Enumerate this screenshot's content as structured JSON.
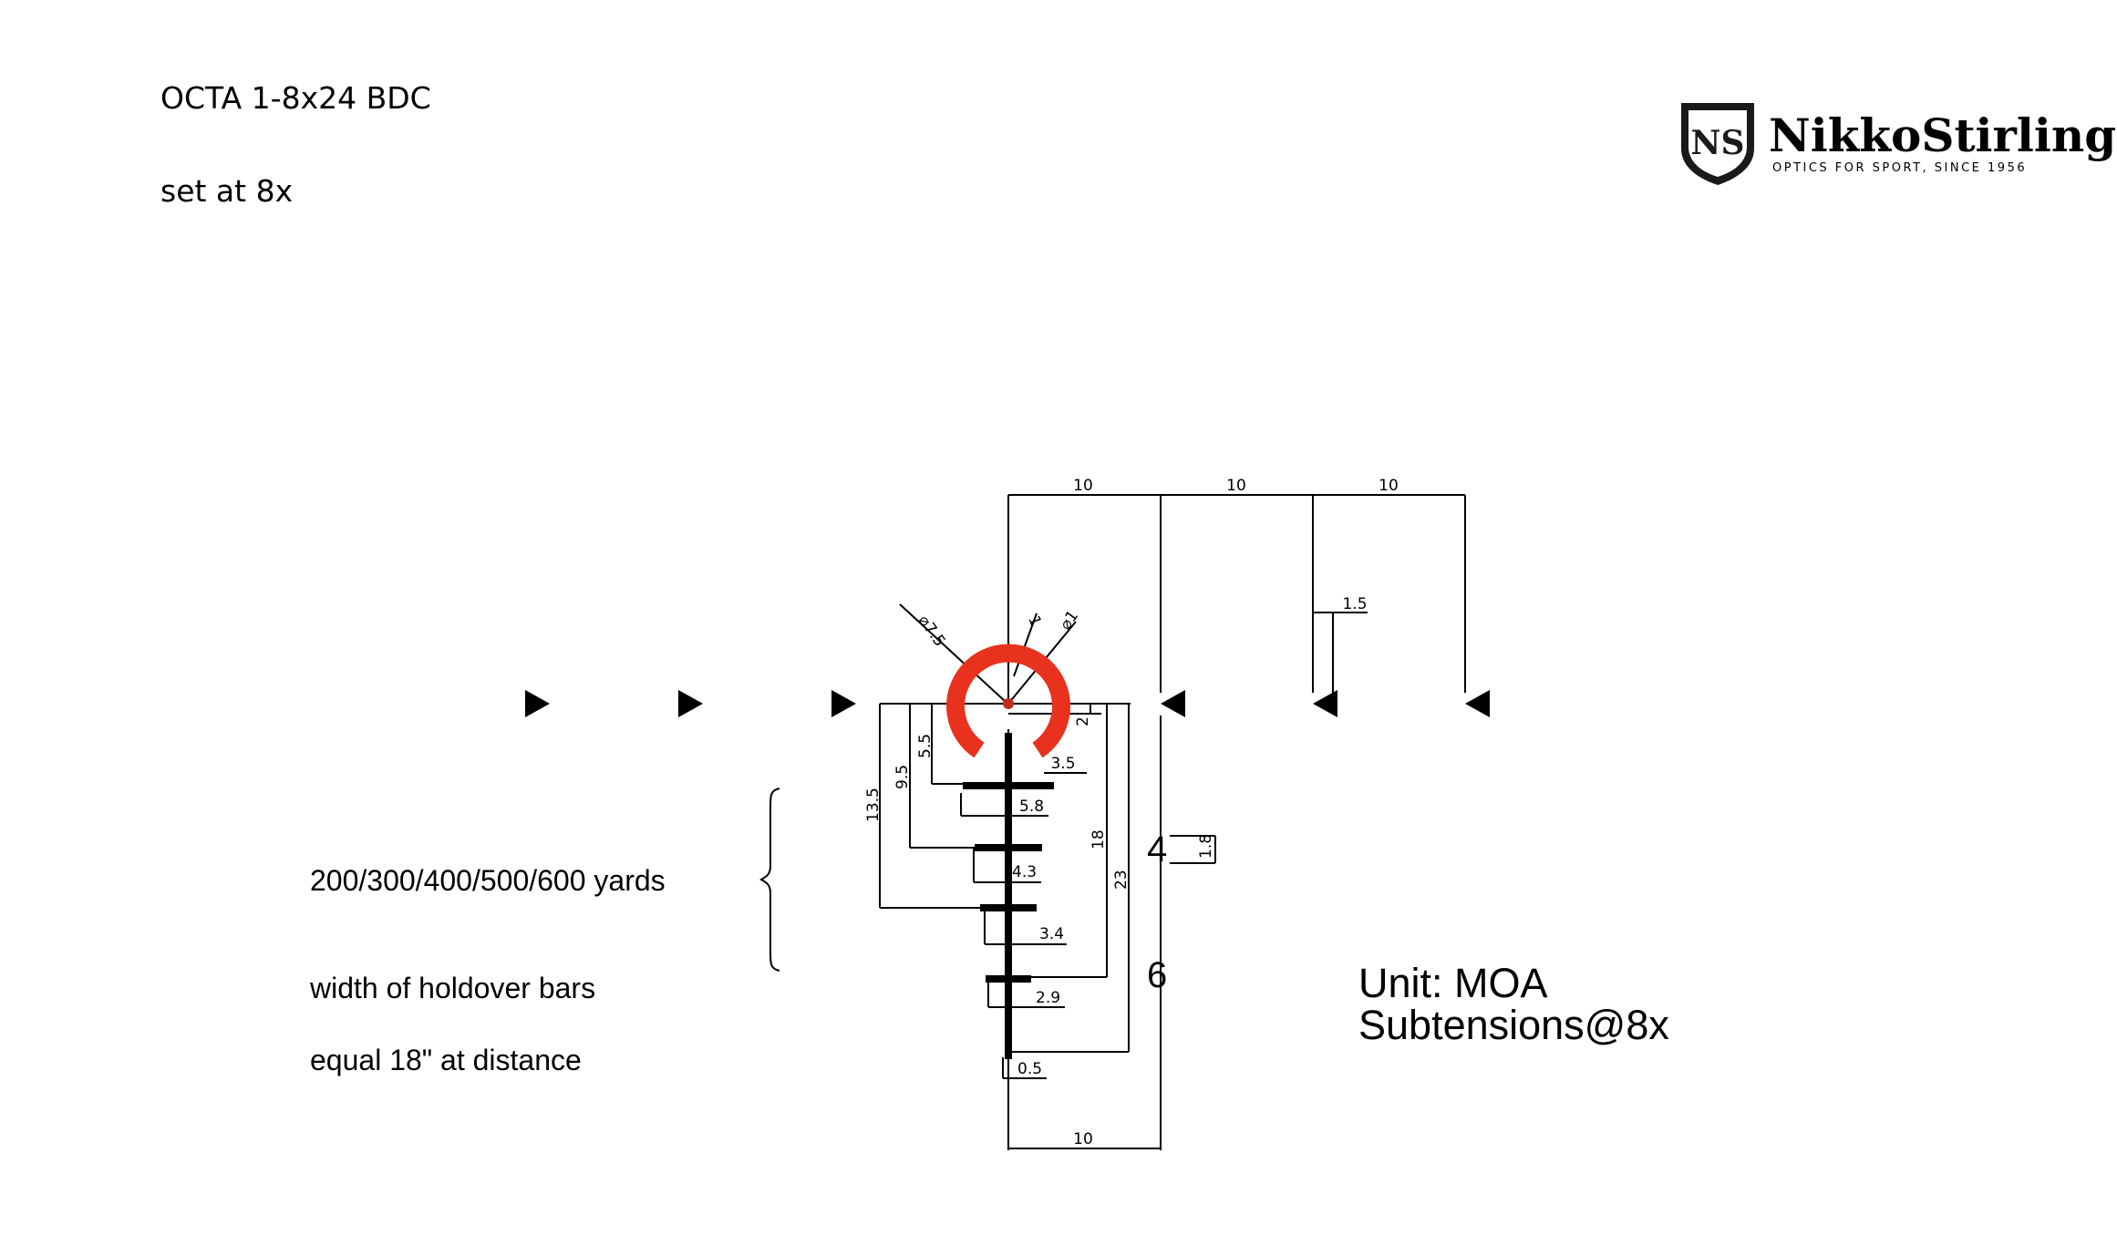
{
  "header": {
    "title": "OCTA 1-8x24 BDC",
    "subtitle": "set at 8x"
  },
  "logo": {
    "name": "NikkoStirling",
    "tagline": "OPTICS FOR SPORT, SINCE 1956",
    "mark": "NS"
  },
  "notes": [
    "200/300/400/500/600 yards",
    "width of holdover bars",
    "equal 18\" at distance"
  ],
  "unit": {
    "line1": "Unit: MOA",
    "line2": "Subtensions@8x"
  },
  "colors": {
    "ring": "#e8321e",
    "ink": "#000000"
  },
  "dimensions": {
    "top_spacing": [
      "10",
      "10",
      "10"
    ],
    "bottom_spacing": "10",
    "circle_diameter": "⌀7.5",
    "dot_diameter": "⌀1",
    "ring_width": "1",
    "gap": "2",
    "post_top": "3.5",
    "tick_width": "1.5",
    "holdover_drops": [
      "5.5",
      "9.5",
      "13.5",
      "18",
      "23"
    ],
    "bar_widths": [
      "5.8",
      "4.3",
      "3.4",
      "2.9",
      "0.5"
    ],
    "font_ref_4": "4",
    "font_ref_4_size": "1.8",
    "font_ref_6": "6"
  }
}
